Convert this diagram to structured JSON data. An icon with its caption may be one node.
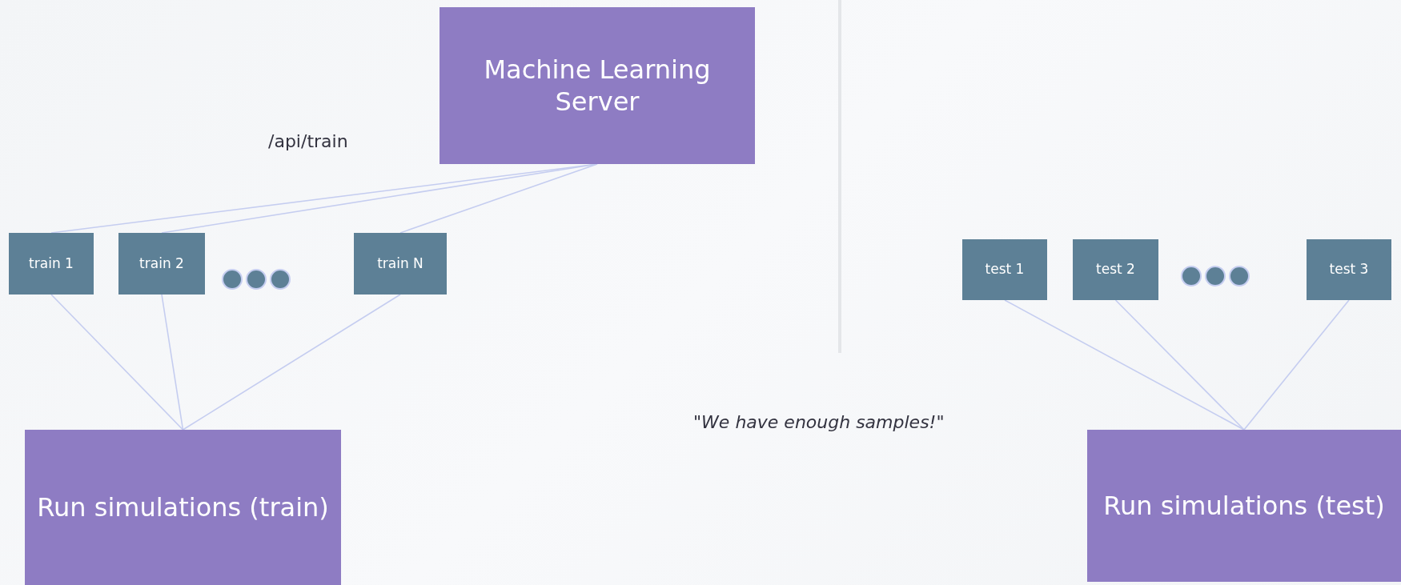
{
  "diagram": {
    "nodes": [
      {
        "text": [
          "Machine Learning Server"
        ]
      },
      {
        "text": [
          "train 1"
        ]
      },
      {
        "text": [
          "train 2"
        ]
      },
      {
        "text": [
          "train N"
        ]
      },
      {
        "text": [
          "Run simulations (train)"
        ]
      },
      {
        "text": [
          "test 1"
        ]
      },
      {
        "text": [
          "test 2"
        ]
      },
      {
        "text": [
          "test 3"
        ]
      },
      {
        "text": [
          "Run simulations (test)"
        ]
      }
    ],
    "edges": [
      {
        "from": 0,
        "to": 1,
        "arrow": "none"
      },
      {
        "from": 0,
        "to": 2,
        "arrow": "none"
      },
      {
        "from": 0,
        "to": 3,
        "arrow": "none"
      },
      {
        "from": 1,
        "to": 4,
        "arrow": "none"
      },
      {
        "from": 2,
        "to": 4,
        "arrow": "none"
      },
      {
        "from": 3,
        "to": 4,
        "arrow": "none"
      },
      {
        "from": 5,
        "to": 8,
        "arrow": "none"
      },
      {
        "from": 6,
        "to": 8,
        "arrow": "none"
      },
      {
        "from": 7,
        "to": 8,
        "arrow": "none"
      }
    ],
    "labels": [
      "/api/train",
      "\"We have enough samples!\""
    ]
  }
}
